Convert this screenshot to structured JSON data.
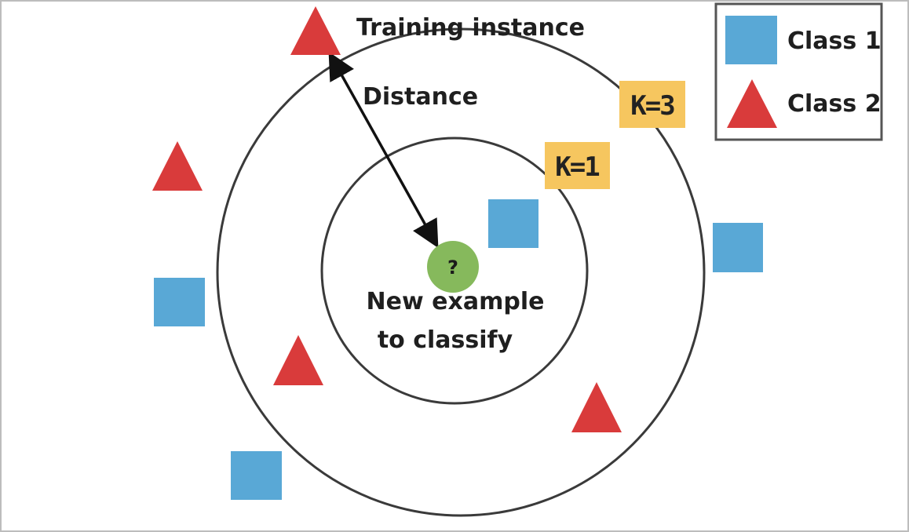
{
  "labels": {
    "training_instance": "Training instance",
    "distance": "Distance",
    "new_example_line1": "New example",
    "new_example_line2": "to classify",
    "query_mark": "?",
    "k1": "K=1",
    "k3": "K=3"
  },
  "legend": {
    "items": [
      {
        "label": "Class 1",
        "shape": "square-icon"
      },
      {
        "label": "Class 2",
        "shape": "triangle-icon"
      }
    ]
  },
  "colors": {
    "class1": "#59a8d6",
    "class2": "#d93b3b",
    "query": "#86b95c",
    "k_badge": "#f6c65f",
    "circle_stroke": "#3a3a3a",
    "legend_border": "#555555"
  }
}
